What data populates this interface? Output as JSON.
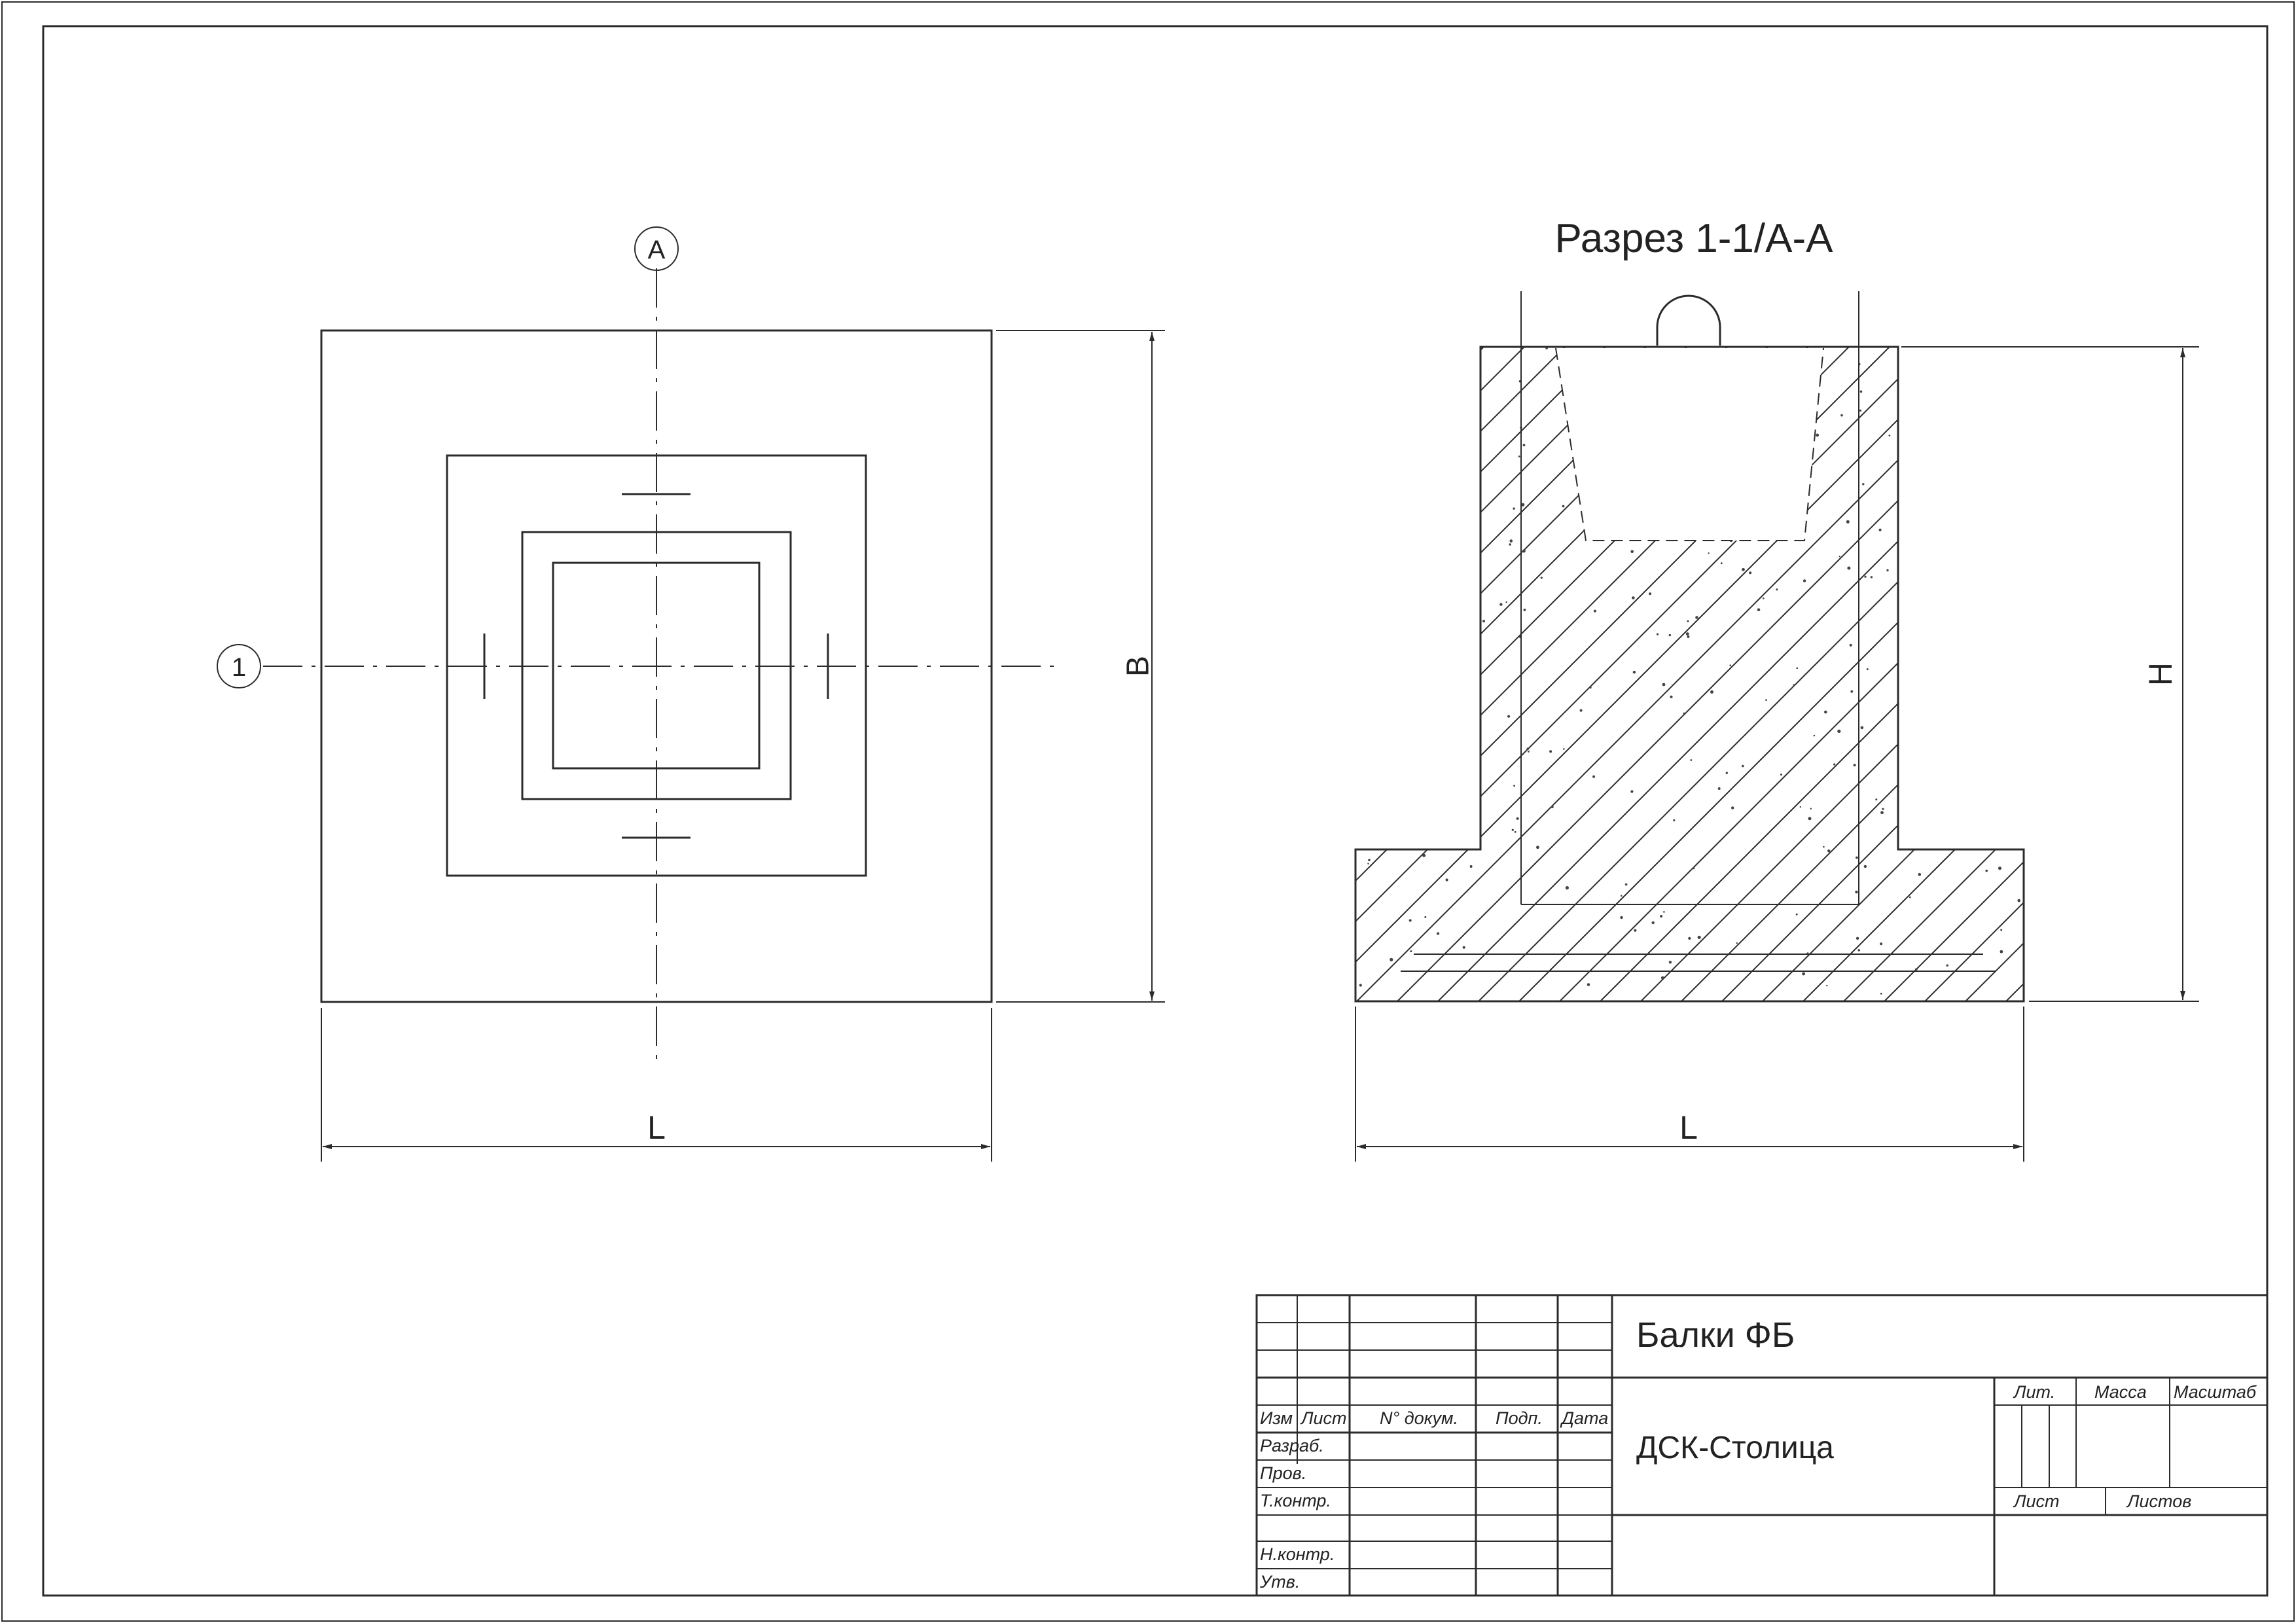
{
  "drawing": {
    "axis_marks": {
      "vertical": "A",
      "horizontal": "1"
    },
    "plan_dimensions": {
      "width": "L",
      "height": "B"
    },
    "section": {
      "title": "Разрез 1-1/А-А",
      "width": "L",
      "height": "H"
    }
  },
  "title_block": {
    "designation": "Балки ФБ",
    "organization": "ДСК-Столица",
    "columns": {
      "izm": "Изм",
      "list": "Лист",
      "doc_no": "N° докум.",
      "sign": "Подп.",
      "date": "Дата"
    },
    "roles": {
      "developed": "Разраб.",
      "checked": "Пров.",
      "tech_control": "Т.контр.",
      "norm_control": "Н.контр.",
      "approved": "Утв."
    },
    "stage_header": {
      "lit": "Лит.",
      "mass": "Масса",
      "scale": "Масштаб"
    },
    "sheet_row": {
      "sheet": "Лист",
      "sheets": "Листов"
    }
  }
}
